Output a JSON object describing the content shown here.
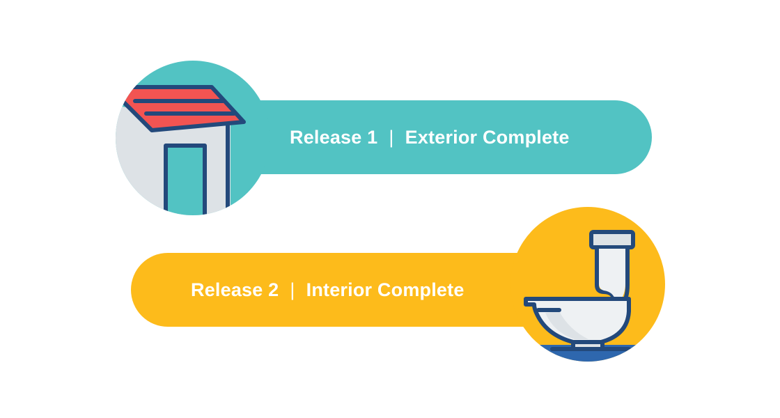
{
  "colors": {
    "teal": "#52C3C3",
    "yellow": "#FDBB1B",
    "navy": "#23497B",
    "red": "#F25452",
    "gray": "#DDE2E6",
    "light": "#EEF1F3",
    "blue": "#2E67AE"
  },
  "releases": [
    {
      "release": "Release 1",
      "separator": "|",
      "status": "Exterior Complete",
      "icon": "house-roof-door-icon"
    },
    {
      "release": "Release 2",
      "separator": "|",
      "status": "Interior Complete",
      "icon": "toilet-icon"
    }
  ]
}
